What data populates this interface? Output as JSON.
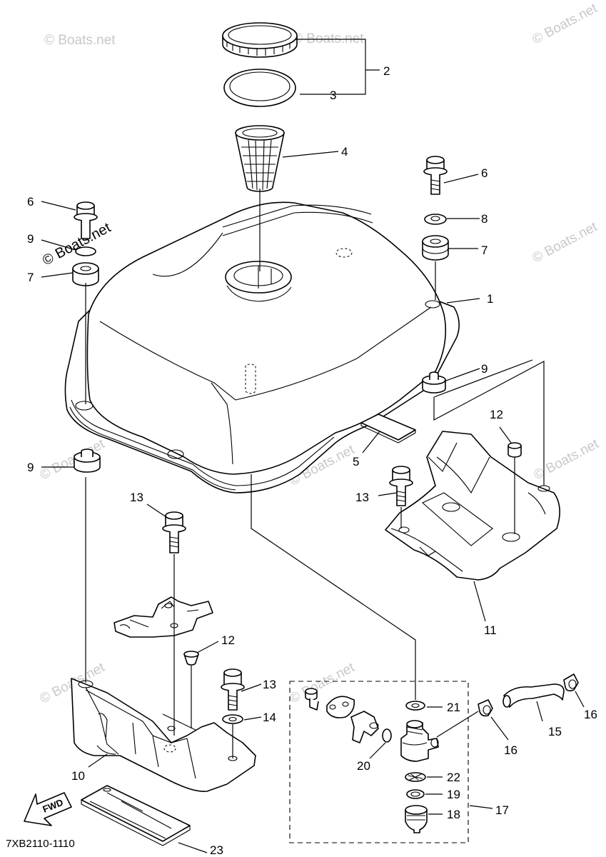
{
  "diagram_code": "7XB2110-1110",
  "fwd_label": "FWD",
  "watermark": "© Boats.net",
  "callouts": [
    {
      "id": "c1",
      "label": "1"
    },
    {
      "id": "c2",
      "label": "2"
    },
    {
      "id": "c3",
      "label": "3"
    },
    {
      "id": "c4",
      "label": "4"
    },
    {
      "id": "c5",
      "label": "5"
    },
    {
      "id": "c6a",
      "label": "6"
    },
    {
      "id": "c6b",
      "label": "6"
    },
    {
      "id": "c7a",
      "label": "7"
    },
    {
      "id": "c7b",
      "label": "7"
    },
    {
      "id": "c8",
      "label": "8"
    },
    {
      "id": "c9a",
      "label": "9"
    },
    {
      "id": "c9b",
      "label": "9"
    },
    {
      "id": "c9c",
      "label": "9"
    },
    {
      "id": "c10",
      "label": "10"
    },
    {
      "id": "c11",
      "label": "11"
    },
    {
      "id": "c12a",
      "label": "12"
    },
    {
      "id": "c12b",
      "label": "12"
    },
    {
      "id": "c13a",
      "label": "13"
    },
    {
      "id": "c13b",
      "label": "13"
    },
    {
      "id": "c13c",
      "label": "13"
    },
    {
      "id": "c14",
      "label": "14"
    },
    {
      "id": "c15",
      "label": "15"
    },
    {
      "id": "c16a",
      "label": "16"
    },
    {
      "id": "c16b",
      "label": "16"
    },
    {
      "id": "c17",
      "label": "17"
    },
    {
      "id": "c18",
      "label": "18"
    },
    {
      "id": "c19",
      "label": "19"
    },
    {
      "id": "c20",
      "label": "20"
    },
    {
      "id": "c21",
      "label": "21"
    },
    {
      "id": "c22",
      "label": "22"
    },
    {
      "id": "c23",
      "label": "23"
    }
  ]
}
